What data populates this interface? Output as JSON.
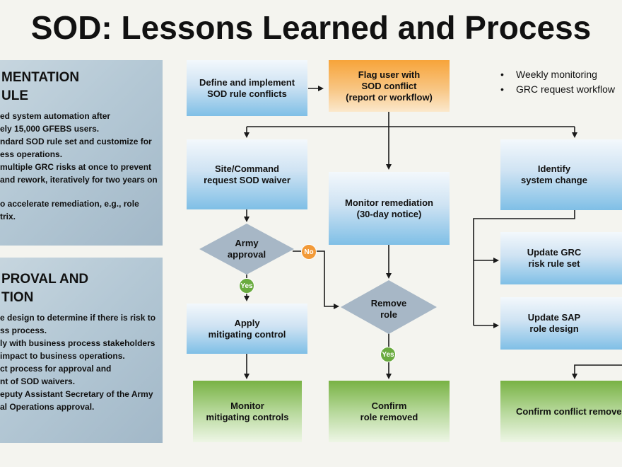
{
  "title": "SOD: Lessons Learned and Process",
  "left_panels": {
    "top": {
      "heading_lines": [
        "MENTATION",
        "ULE"
      ],
      "lines": [
        "ed system automation after",
        "ely 15,000 GFEBS users.",
        "ndard SOD rule set and customize for",
        "ess operations.",
        "multiple GRC risks at once to prevent",
        "and rework, iteratively for two years on",
        "",
        "o accelerate remediation, e.g., role",
        "trix."
      ]
    },
    "bottom": {
      "heading_lines": [
        "PROVAL AND",
        "TION"
      ],
      "lines": [
        "e design to determine if there is risk to",
        "ss process.",
        "ly with business process stakeholders",
        "impact to business operations.",
        "ct process for approval and",
        "nt of SOD waivers.",
        "eputy Assistant Secretary of the Army",
        "al Operations approval."
      ]
    }
  },
  "bullets": [
    "Weekly monitoring",
    "GRC request workflow"
  ],
  "bullet_symbol": "•",
  "nodes": {
    "define": "Define and implement\nSOD rule conflicts",
    "flag": "Flag user with\nSOD conflict\n(report or workflow)",
    "waiver": "Site/Command\nrequest SOD waiver",
    "monitor_remediation": "Monitor remediation\n(30-day notice)",
    "identify": "Identify\nsystem change",
    "army_approval": "Army\napproval",
    "remove_role": "Remove\nrole",
    "update_grc": "Update GRC\nrisk rule set",
    "update_sap": "Update SAP\nrole design",
    "apply_control": "Apply\nmitigating control",
    "monitor_controls": "Monitor\nmitigating controls",
    "confirm_role": "Confirm\nrole removed",
    "confirm_conflict": "Confirm conflict removed"
  },
  "badges": {
    "yes": "Yes",
    "no": "No"
  },
  "colors": {
    "blue_box_bottom": "#7fbfe6",
    "orange_box_top": "#f7a43a",
    "green_box_top": "#78b244",
    "diamond": "#a7b7c6",
    "yes_badge": "#6aab3f",
    "no_badge": "#f29a38",
    "connector": "#1a1a1a"
  }
}
